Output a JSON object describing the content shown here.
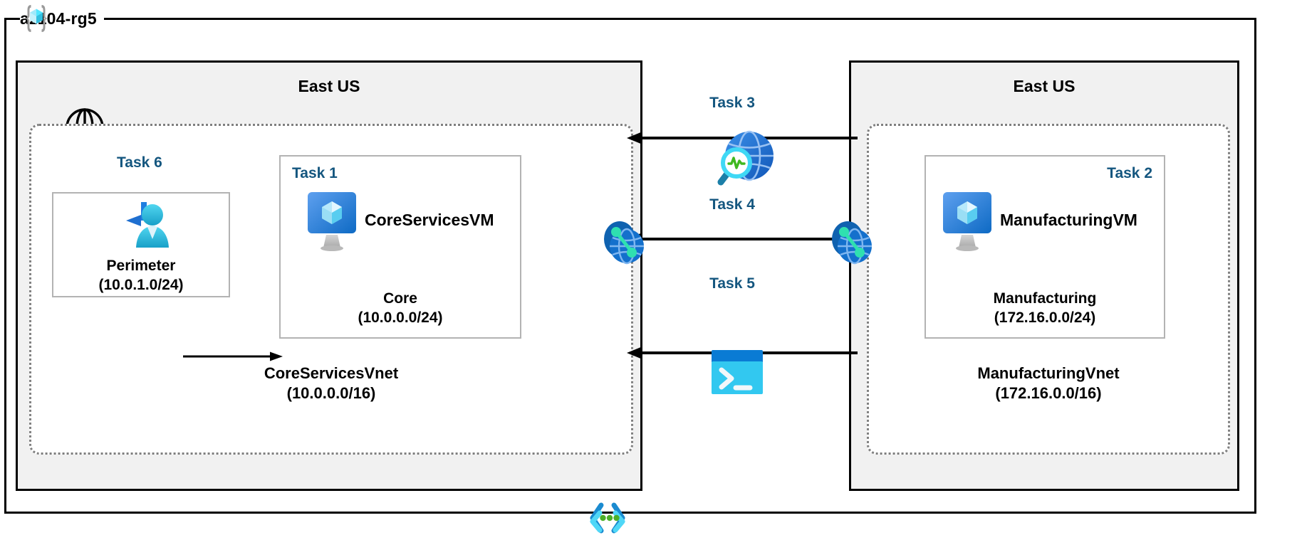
{
  "resource_group": {
    "name": "az104-rg5",
    "icon": "azure-resource-group-icon"
  },
  "regions": [
    {
      "id": "left",
      "title": "East US"
    },
    {
      "id": "right",
      "title": "East US"
    }
  ],
  "vnets": [
    {
      "id": "coreservices",
      "name": "CoreServicesVnet",
      "cidr": "(10.0.0.0/16)",
      "arm_icon": "arm-template-icon",
      "subnets": [
        {
          "id": "perimeter",
          "task": "Task 6",
          "name": "Perimeter",
          "cidr": "(10.0.1.0/24)",
          "icon": "user-access-icon"
        },
        {
          "id": "core",
          "task": "Task 1",
          "name": "Core",
          "cidr": "(10.0.0.0/24)",
          "vm_name": "CoreServicesVM",
          "icon": "virtual-machine-icon"
        }
      ]
    },
    {
      "id": "manufacturing",
      "name": "ManufacturingVnet",
      "cidr": "(172.16.0.0/16)",
      "arm_icon": "arm-template-icon",
      "subnets": [
        {
          "id": "manufacturing",
          "task": "Task 2",
          "name": "Manufacturing",
          "cidr": "(172.16.0.0/24)",
          "vm_name": "ManufacturingVM",
          "icon": "virtual-machine-icon"
        }
      ]
    }
  ],
  "connections": [
    {
      "id": "task3",
      "label": "Task 3",
      "icon": "network-watcher-icon",
      "direction": "left"
    },
    {
      "id": "task4",
      "label": "Task 4",
      "icon": "vnet-peering-icon",
      "direction": "both"
    },
    {
      "id": "task5",
      "label": "Task 5",
      "icon": "cloud-shell-icon",
      "direction": "left"
    }
  ],
  "icons": {
    "internet": "internet-globe-icon",
    "peering_left": "vnet-peering-icon",
    "peering_right": "vnet-peering-icon"
  },
  "colors": {
    "task_label": "#14567f",
    "region_fill": "#f1f1f1",
    "vnet_border": "#7f7f7f",
    "subnet_border": "#b3b3b3",
    "azure_blue": "#0078d4",
    "cyan": "#32c8f0",
    "green_dot": "#4caf28",
    "frame": "#000000"
  }
}
